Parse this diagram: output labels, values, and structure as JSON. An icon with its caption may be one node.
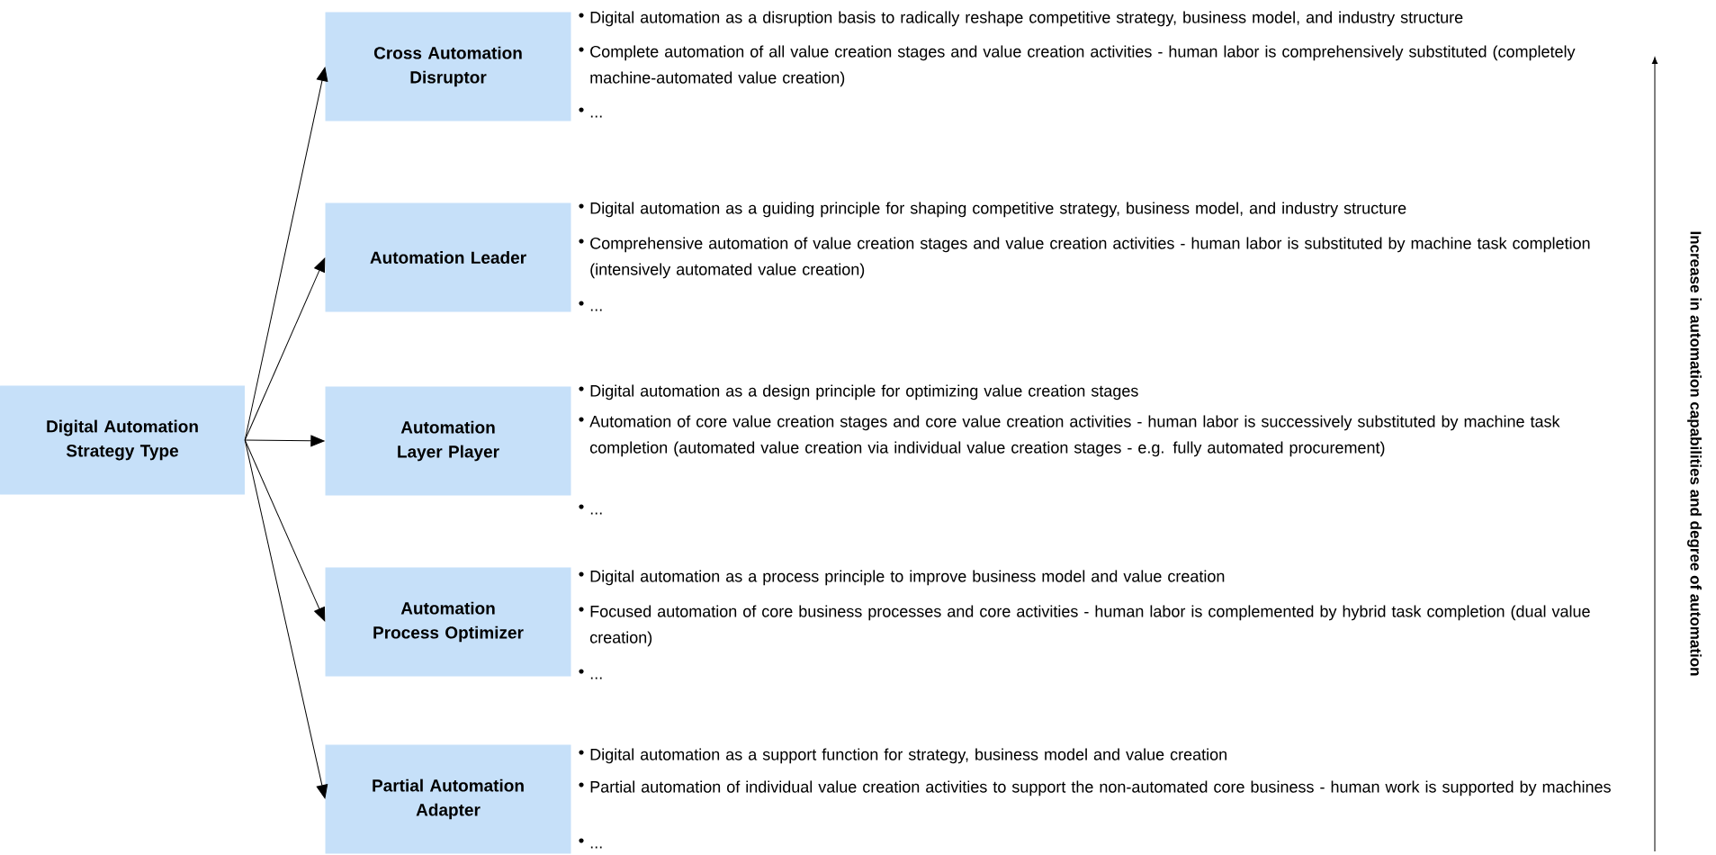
{
  "diagram": {
    "nodes": [
      {
        "text": [
          "Digital Automation Strategy Type"
        ]
      },
      {
        "text": [
          "Cross Automation Disruptor"
        ],
        "beside": [
          "Digital automation as a disruption basis to radically reshape competitive strategy, business model, and industry structure",
          "Complete automation of all value creation stages and value creation activities - human labor is comprehensively substituted (completely machine-automated value creation)",
          "..."
        ]
      },
      {
        "text": [
          "Automation Leader"
        ],
        "beside": [
          "Digital automation as a guiding principle for shaping competitive strategy, business model, and industry structure",
          "Comprehensive automation of value creation stages and value creation activities - human labor is substituted by machine task completion (intensively automated value creation)",
          "..."
        ]
      },
      {
        "text": [
          "Automation Layer Player"
        ],
        "beside": [
          "Digital automation as a design principle for optimizing value creation stages",
          "Automation of core value creation stages and core value creation activities - human labor is successively substituted by machine task completion (automated value creation via individual value creation stages - e.g. fully automated procurement)",
          "..."
        ]
      },
      {
        "text": [
          "Automation Process Optimizer"
        ],
        "beside": [
          "Digital automation as a process principle to improve business model and value creation",
          "Focused automation of core business processes and core activities - human labor is complemented by hybrid task completion (dual value creation)",
          "..."
        ]
      },
      {
        "text": [
          "Partial Automation Adapter"
        ],
        "beside": [
          "Digital automation as a support function for strategy, business model and value creation",
          "Partial automation of individual value creation activities to support the non-automated core business - human work is supported by machines",
          "..."
        ]
      }
    ],
    "edges": [
      {
        "from": 0,
        "to": 1,
        "arrow": "to"
      },
      {
        "from": 0,
        "to": 2,
        "arrow": "to"
      },
      {
        "from": 0,
        "to": 3,
        "arrow": "to"
      },
      {
        "from": 0,
        "to": 4,
        "arrow": "to"
      },
      {
        "from": 0,
        "to": 5,
        "arrow": "to"
      }
    ],
    "labels": [
      "Increase in automation capabilities and degree of automation"
    ]
  }
}
